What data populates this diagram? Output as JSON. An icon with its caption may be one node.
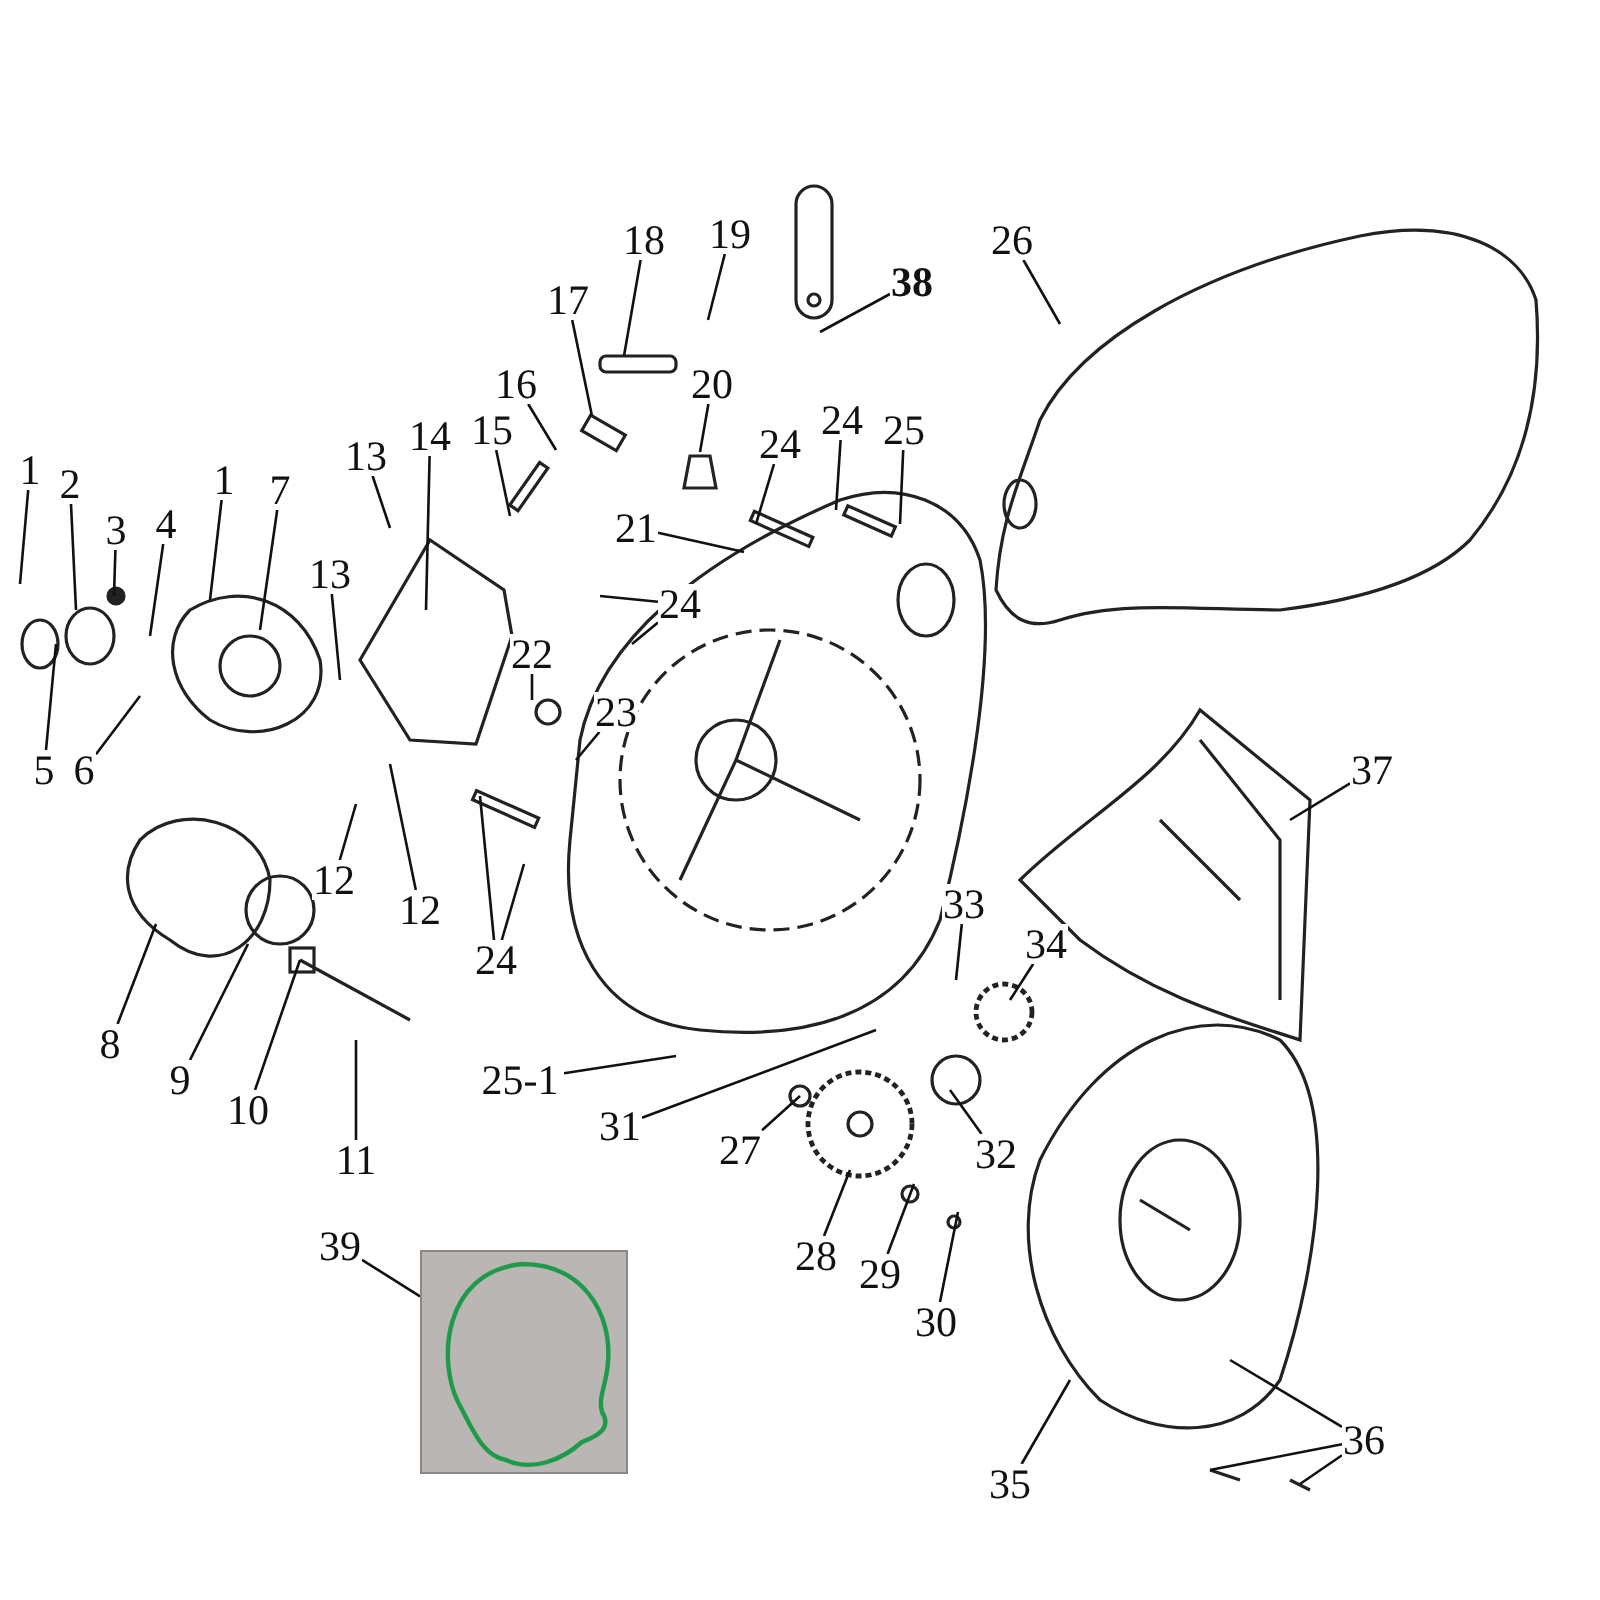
{
  "diagram": {
    "nodes": [
      {
        "text": [
          "19"
        ]
      },
      {
        "text": [
          "18"
        ]
      },
      {
        "text": [
          "26"
        ]
      },
      {
        "text": [
          "38"
        ]
      },
      {
        "text": [
          "17"
        ]
      },
      {
        "text": [
          "20"
        ]
      },
      {
        "text": [
          "16"
        ]
      },
      {
        "text": [
          "24"
        ]
      },
      {
        "text": [
          "25"
        ]
      },
      {
        "text": [
          "14"
        ]
      },
      {
        "text": [
          "15"
        ]
      },
      {
        "text": [
          "24"
        ]
      },
      {
        "text": [
          "13"
        ]
      },
      {
        "text": [
          "1"
        ]
      },
      {
        "text": [
          "2"
        ]
      },
      {
        "text": [
          "1"
        ]
      },
      {
        "text": [
          "7"
        ]
      },
      {
        "text": [
          "4"
        ]
      },
      {
        "text": [
          "3"
        ]
      },
      {
        "text": [
          "21"
        ]
      },
      {
        "text": [
          "13"
        ]
      },
      {
        "text": [
          "24"
        ]
      },
      {
        "text": [
          "22"
        ]
      },
      {
        "text": [
          "23"
        ]
      },
      {
        "text": [
          "5"
        ]
      },
      {
        "text": [
          "6"
        ]
      },
      {
        "text": [
          "37"
        ]
      },
      {
        "text": [
          "12"
        ]
      },
      {
        "text": [
          "12"
        ]
      },
      {
        "text": [
          "33"
        ]
      },
      {
        "text": [
          "34"
        ]
      },
      {
        "text": [
          "24"
        ]
      },
      {
        "text": [
          "8"
        ]
      },
      {
        "text": [
          "9"
        ]
      },
      {
        "text": [
          "25-1"
        ]
      },
      {
        "text": [
          "10"
        ]
      },
      {
        "text": [
          "31"
        ]
      },
      {
        "text": [
          "27"
        ]
      },
      {
        "text": [
          "11"
        ]
      },
      {
        "text": [
          "32"
        ]
      },
      {
        "text": [
          "39"
        ]
      },
      {
        "text": [
          "28"
        ]
      },
      {
        "text": [
          "29"
        ]
      },
      {
        "text": [
          "30"
        ]
      },
      {
        "text": [
          "36"
        ]
      },
      {
        "text": [
          "35"
        ]
      },
      {
        "text": [],
        "shape": "picture"
      }
    ],
    "edges": [
      {
        "from": 0,
        "to": null,
        "arrow": "none"
      },
      {
        "from": 1,
        "to": null,
        "arrow": "none"
      },
      {
        "from": 2,
        "to": null,
        "arrow": "none"
      },
      {
        "from": 3,
        "to": null,
        "arrow": "none"
      },
      {
        "from": 4,
        "to": null,
        "arrow": "none"
      },
      {
        "from": 5,
        "to": null,
        "arrow": "none"
      },
      {
        "from": 6,
        "to": null,
        "arrow": "none"
      },
      {
        "from": 7,
        "to": null,
        "arrow": "none"
      },
      {
        "from": 8,
        "to": null,
        "arrow": "none"
      },
      {
        "from": 9,
        "to": null,
        "arrow": "none"
      },
      {
        "from": 10,
        "to": null,
        "arrow": "none"
      },
      {
        "from": 11,
        "to": null,
        "arrow": "none"
      },
      {
        "from": 12,
        "to": null,
        "arrow": "none"
      },
      {
        "from": 13,
        "to": null,
        "arrow": "none"
      },
      {
        "from": 14,
        "to": null,
        "arrow": "none"
      },
      {
        "from": 15,
        "to": null,
        "arrow": "none"
      },
      {
        "from": 16,
        "to": null,
        "arrow": "none"
      },
      {
        "from": 17,
        "to": null,
        "arrow": "none"
      },
      {
        "from": 18,
        "to": null,
        "arrow": "none"
      },
      {
        "from": 19,
        "to": null,
        "arrow": "none"
      },
      {
        "from": 20,
        "to": null,
        "arrow": "none"
      },
      {
        "from": 21,
        "to": null,
        "arrow": "none"
      },
      {
        "from": 21,
        "to": null,
        "arrow": "none"
      },
      {
        "from": 22,
        "to": null,
        "arrow": "none"
      },
      {
        "from": 23,
        "to": null,
        "arrow": "none"
      },
      {
        "from": 24,
        "to": null,
        "arrow": "none"
      },
      {
        "from": 25,
        "to": null,
        "arrow": "none"
      },
      {
        "from": 26,
        "to": null,
        "arrow": "none"
      },
      {
        "from": 27,
        "to": null,
        "arrow": "none"
      },
      {
        "from": 28,
        "to": null,
        "arrow": "none"
      },
      {
        "from": 29,
        "to": null,
        "arrow": "none"
      },
      {
        "from": 30,
        "to": null,
        "arrow": "none"
      },
      {
        "from": 31,
        "to": null,
        "arrow": "none"
      },
      {
        "from": 31,
        "to": null,
        "arrow": "none"
      },
      {
        "from": 32,
        "to": null,
        "arrow": "none"
      },
      {
        "from": 33,
        "to": null,
        "arrow": "none"
      },
      {
        "from": 34,
        "to": null,
        "arrow": "none"
      },
      {
        "from": 35,
        "to": null,
        "arrow": "none"
      },
      {
        "from": 36,
        "to": null,
        "arrow": "none"
      },
      {
        "from": 37,
        "to": null,
        "arrow": "none"
      },
      {
        "from": 38,
        "to": null,
        "arrow": "none"
      },
      {
        "from": 39,
        "to": null,
        "arrow": "none"
      },
      {
        "from": 40,
        "to": 46,
        "arrow": "none"
      },
      {
        "from": 41,
        "to": null,
        "arrow": "none"
      },
      {
        "from": 42,
        "to": null,
        "arrow": "none"
      },
      {
        "from": 43,
        "to": null,
        "arrow": "none"
      },
      {
        "from": 44,
        "to": null,
        "arrow": "none"
      },
      {
        "from": 44,
        "to": null,
        "arrow": "none"
      },
      {
        "from": 44,
        "to": null,
        "arrow": "none"
      },
      {
        "from": 45,
        "to": null,
        "arrow": "none"
      }
    ]
  }
}
